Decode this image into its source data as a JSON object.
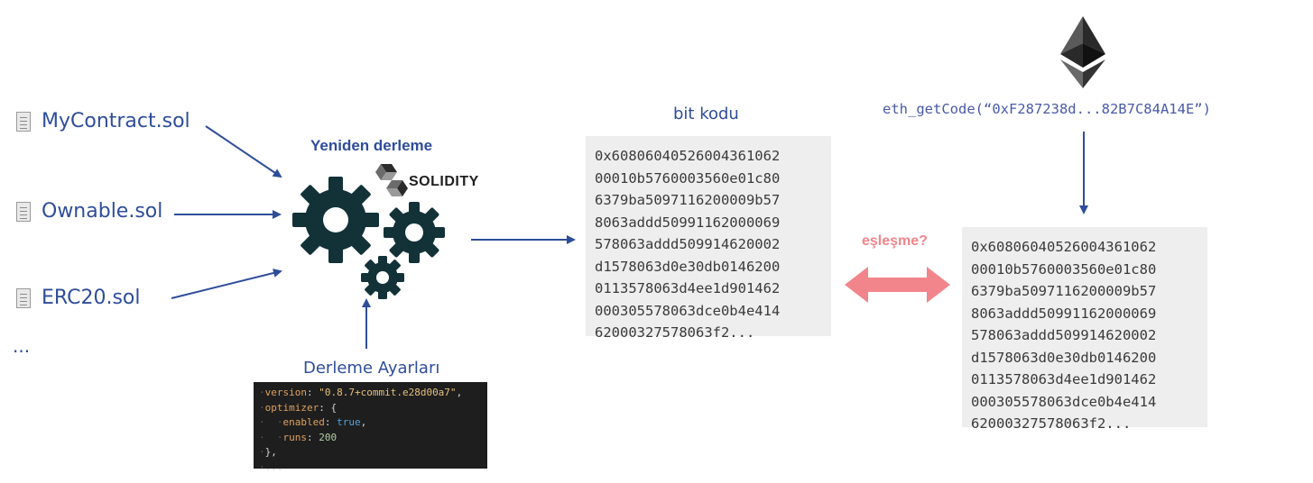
{
  "source_files": [
    "MyContract.sol",
    "Ownable.sol",
    "ERC20.sol"
  ],
  "more_files": "...",
  "recompile_title": "Yeniden derleme",
  "solidity_logo_text": "SOLIDITY",
  "compiler_settings_label": "Derleme Ayarları",
  "compiler_settings": {
    "version_key": "version",
    "version_value": "\"0.8.7+commit.e28d00a7\"",
    "optimizer_key": "optimizer",
    "enabled_key": "enabled",
    "enabled_value": "true",
    "runs_key": "runs",
    "runs_value": "200",
    "more": "..."
  },
  "bytecode_label": "bit kodu",
  "bytecode_lines": [
    "0x6080604052600436106",
    "200010b5760003560e01c80",
    "6379ba5097116200009b57",
    "8063addd50991162000069",
    "578063addd509914620002",
    "d1578063d0e30db0146200",
    "0113578063d4ee1d901462",
    "000305578063dce0b4e414",
    "62000327578063f2..."
  ],
  "onchain_bytecode_lines": [
    "0x6080604052600436106",
    "200010b5760003560e01c80",
    "6379ba5097116200009b57",
    "8063addd50991162000069",
    "578063addd509914620002",
    "d1578063d0e30db0146200",
    "0113578063d4ee1d901462",
    "000305578063dce0b4e414",
    "62000327578063f2..."
  ],
  "eth_call": "eth_getCode(“0xF287238d...82B7C84A14E”)",
  "match_label": "eşleşme?",
  "colors": {
    "primary_blue": "#2f4d9a",
    "gear": "#123238",
    "match_arrow": "#f2858b",
    "code_bg": "#eeeeee"
  },
  "icons": [
    "document-icon",
    "gear-icon",
    "solidity-logo-icon",
    "ethereum-logo-icon"
  ]
}
